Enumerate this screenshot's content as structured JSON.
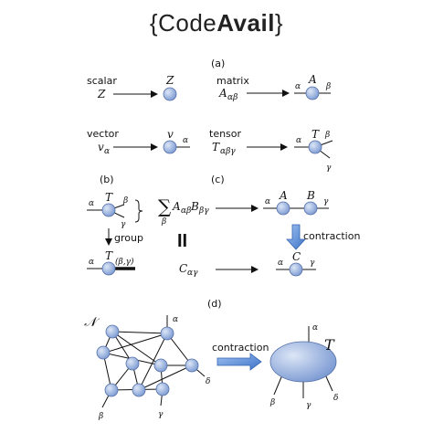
{
  "logo": {
    "brace_open": "{",
    "part1": "Code",
    "part2": "Avail",
    "brace_close": "}"
  },
  "panels": {
    "a": "(a)",
    "b": "(b)",
    "c": "(c)",
    "d": "(d)"
  },
  "a": {
    "scalar_label": "scalar",
    "scalar_sym": "Z",
    "scalar_node": "Z",
    "matrix_label": "matrix",
    "matrix_sym": "A",
    "matrix_sub": "αβ",
    "matrix_node": "A",
    "matrix_left": "α",
    "matrix_right": "β",
    "vector_label": "vector",
    "vector_sym": "v",
    "vector_sub": "α",
    "vector_node": "v",
    "vector_leg": "α",
    "tensor_label": "tensor",
    "tensor_sym": "T",
    "tensor_sub": "αβγ",
    "tensor_node": "T",
    "tensor_left": "α",
    "tensor_right": "β",
    "tensor_low": "γ"
  },
  "b": {
    "node": "T",
    "left": "α",
    "right": "β",
    "low": "γ",
    "group_label": "group",
    "node2": "T",
    "merged": "(β,γ)",
    "left2": "α"
  },
  "c": {
    "sum_sym": "∑",
    "sum_sub": "β",
    "expr_A": "A",
    "expr_A_sub": "αβ",
    "expr_B": "B",
    "expr_B_sub": "βγ",
    "node_A": "A",
    "node_B": "B",
    "left": "α",
    "right": "γ",
    "contraction_label": "contraction",
    "equals_sign": "II",
    "result_sym": "C",
    "result_sub": "αγ",
    "node_C": "C",
    "left2": "α",
    "right2": "γ"
  },
  "d": {
    "network_label": "𝒩",
    "alpha": "α",
    "delta": "δ",
    "beta": "β",
    "gamma": "γ",
    "contraction_label": "contraction",
    "node_T": "T",
    "t_alpha": "α",
    "t_beta": "β",
    "t_gamma": "γ",
    "t_delta": "δ"
  }
}
